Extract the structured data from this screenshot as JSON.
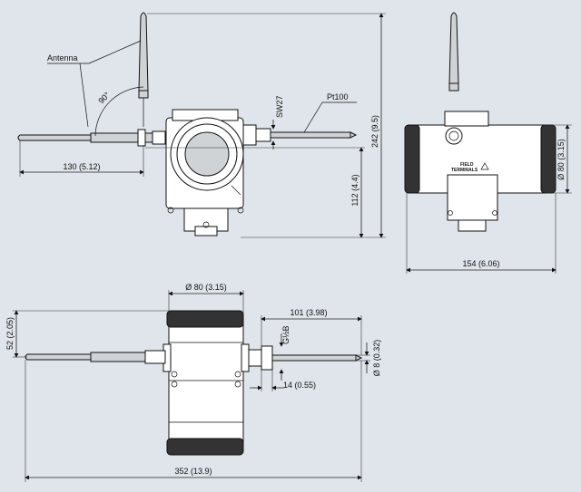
{
  "labels": {
    "antenna": "Antenna",
    "angle": "90°",
    "sw27": "SW27",
    "pt100": "Pt100",
    "dim_242": "242 (9.5)",
    "dim_130": "130 (5.12)",
    "dim_112": "112 (4.4)",
    "dim_80_side": "Ø 80 (3.15)",
    "dim_154": "154 (6.06)",
    "field_terminals_1": "FIELD",
    "field_terminals_2": "TERMINALS",
    "dim_80_top": "Ø 80 (3.15)",
    "dim_101": "101 (3.98)",
    "dim_52": "52 (2.05)",
    "thread": "G½B",
    "dim_8": "Ø 8 (0.32)",
    "dim_14": "14 (0.55)",
    "dim_352": "352 (13.9)"
  },
  "colors": {
    "background": "#dfe5ea",
    "line": "#111111"
  }
}
